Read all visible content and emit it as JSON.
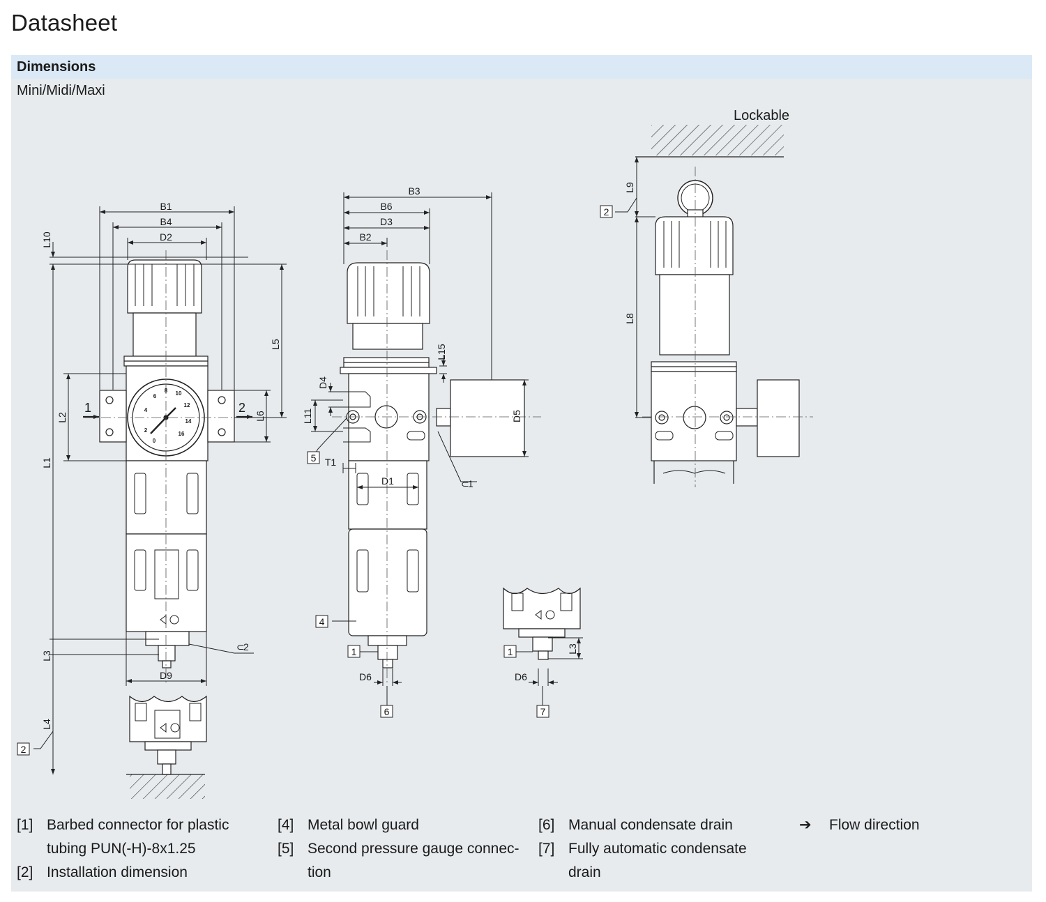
{
  "page": {
    "title": "Datasheet"
  },
  "section": {
    "title": "Dimensions",
    "subtitle": "Mini/Midi/Maxi"
  },
  "drawing": {
    "lockable": "Lockable",
    "dims": {
      "b1": "B1",
      "b4": "B4",
      "d2": "D2",
      "b3": "B3",
      "b6": "B6",
      "d3": "D3",
      "b2": "B2",
      "l10": "L10",
      "l1": "L1",
      "l2": "L2",
      "l5": "L5",
      "l6": "L6",
      "l3": "L3",
      "l4": "L4",
      "d9": "D9",
      "d4": "D4",
      "l11": "L11",
      "t1": "T1",
      "d1": "D1",
      "l15": "L15",
      "d5": "D5",
      "d6": "D6",
      "l9": "L9",
      "l8": "L8",
      "wrench1": "1",
      "wrench2": "2"
    },
    "flow": {
      "in": "1",
      "out": "2"
    },
    "callouts": {
      "c1": "1",
      "c2": "2",
      "c4": "4",
      "c5": "5",
      "c6": "6",
      "c7": "7"
    },
    "gauge_ticks": [
      "0",
      "2",
      "4",
      "6",
      "8",
      "10",
      "12",
      "14",
      "16"
    ]
  },
  "legend": [
    {
      "num": "[1]",
      "lines": [
        "Barbed connector for plastic",
        "tubing PUN(-H)-8x1.25"
      ]
    },
    {
      "num": "[2]",
      "lines": [
        "Installation dimension"
      ]
    },
    {
      "num": "[4]",
      "lines": [
        "Metal bowl guard"
      ]
    },
    {
      "num": "[5]",
      "lines": [
        "Second pressure gauge connec-",
        "tion"
      ]
    },
    {
      "num": "[6]",
      "lines": [
        "Manual condensate drain"
      ]
    },
    {
      "num": "[7]",
      "lines": [
        "Fully automatic condensate",
        "drain"
      ]
    },
    {
      "num": "➔",
      "lines": [
        "Flow direction"
      ]
    }
  ]
}
